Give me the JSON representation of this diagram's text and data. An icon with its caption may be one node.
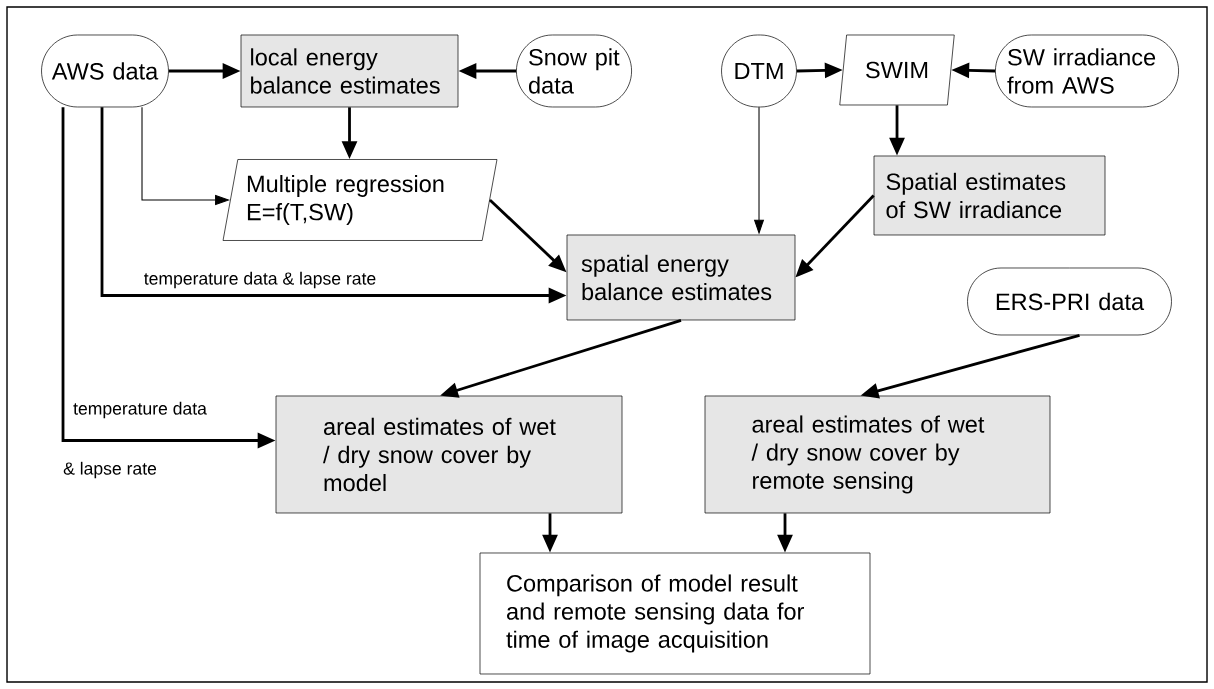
{
  "diagram": {
    "nodes": [
      {
        "text": [
          "AWS data"
        ]
      },
      {
        "text": [
          "local energy balance estimates"
        ]
      },
      {
        "text": [
          "Snow pit data"
        ]
      },
      {
        "text": [
          "DTM"
        ]
      },
      {
        "text": [
          "SWIM"
        ]
      },
      {
        "text": [
          "SW irradiance from AWS"
        ]
      },
      {
        "text": [
          "Multiple regression E=f(T,SW)"
        ]
      },
      {
        "text": [
          "Spatial estimates of SW irradiance"
        ]
      },
      {
        "text": [
          "spatial energy balance estimates"
        ]
      },
      {
        "text": [
          "ERS-PRI data"
        ]
      },
      {
        "text": [
          "areal estimates of wet / dry snow cover by model"
        ]
      },
      {
        "text": [
          "areal estimates of wet / dry snow cover by remote sensing"
        ]
      },
      {
        "text": [
          "Comparison of model result and remote sensing data for time of image acquisition"
        ]
      }
    ],
    "edges": [
      {
        "from": 0,
        "to": 1,
        "arrow": "to"
      },
      {
        "from": 2,
        "to": 1,
        "arrow": "to"
      },
      {
        "from": 3,
        "to": 4,
        "arrow": "to"
      },
      {
        "from": 5,
        "to": 4,
        "arrow": "to"
      },
      {
        "from": 1,
        "to": 6,
        "arrow": "to"
      },
      {
        "from": 4,
        "to": 7,
        "arrow": "to"
      },
      {
        "from": 0,
        "to": 6,
        "arrow": "to"
      },
      {
        "from": 0,
        "to": 8,
        "arrow": "to",
        "label": "temperature data & lapse rate"
      },
      {
        "from": 0,
        "to": 10,
        "arrow": "to",
        "label": "temperature data"
      },
      {
        "from": 6,
        "to": 8,
        "arrow": "to"
      },
      {
        "from": 3,
        "to": 8,
        "arrow": "to"
      },
      {
        "from": 7,
        "to": 8,
        "arrow": "to"
      },
      {
        "from": 8,
        "to": 10,
        "arrow": "to"
      },
      {
        "from": 9,
        "to": 11,
        "arrow": "to"
      },
      {
        "from": 10,
        "to": 12,
        "arrow": "to"
      },
      {
        "from": 11,
        "to": 12,
        "arrow": "to"
      }
    ],
    "labels": [
      "& lapse rate"
    ]
  }
}
